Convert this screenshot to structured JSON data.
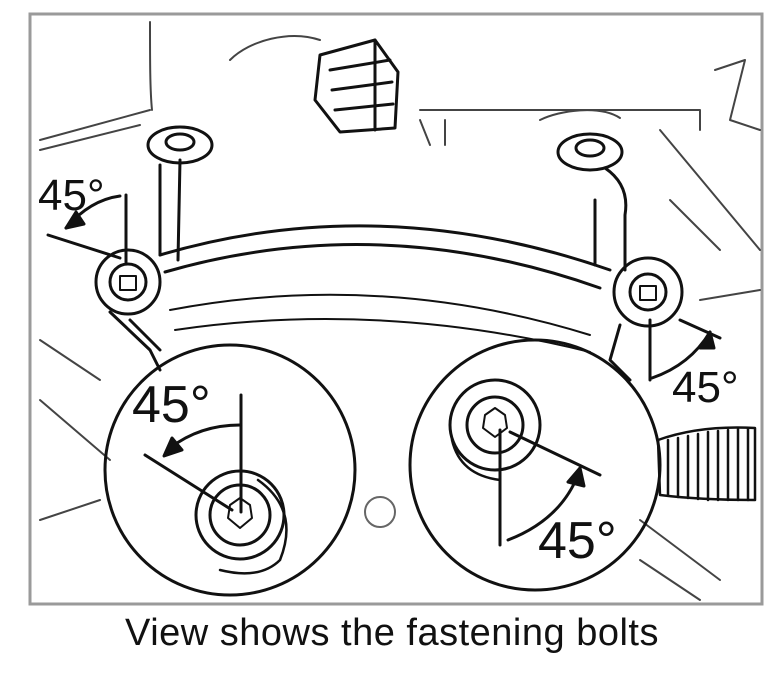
{
  "caption": "View shows the fastening bolts",
  "angle_labels": {
    "top_left": "45°",
    "detail_left": "45°",
    "top_right": "45°",
    "detail_right": "45°"
  },
  "colors": {
    "line": "#111111",
    "frame": "#9a9a9a",
    "background": "#ffffff"
  }
}
